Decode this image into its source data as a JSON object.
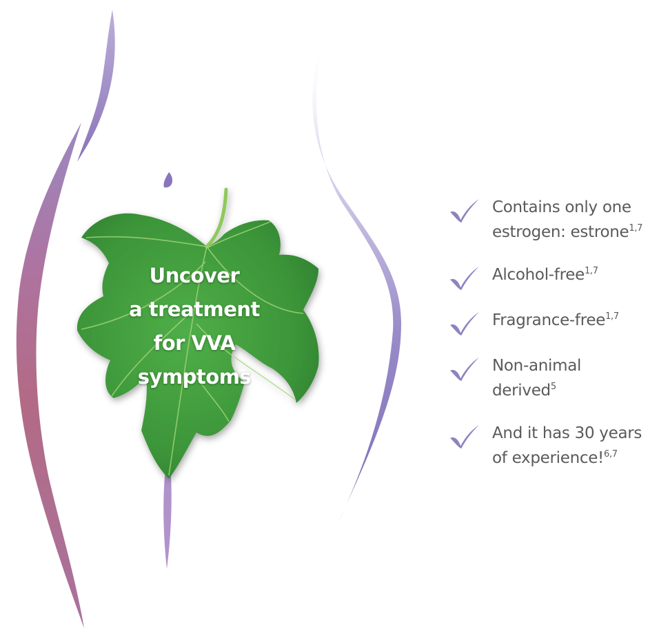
{
  "leaf": {
    "line1": "Uncover",
    "line2": "a treatment",
    "line3": "for VVA",
    "line4": "symptoms"
  },
  "benefits": [
    {
      "text": "Contains only one estrogen: estrone",
      "ref": "1,7"
    },
    {
      "text": "Alcohol-free",
      "ref": "1,7"
    },
    {
      "text": "Fragrance-free",
      "ref": "1,7"
    },
    {
      "text": "Non-animal derived",
      "ref": "5"
    },
    {
      "text": "And it has 30 years of experience!",
      "ref": "6,7"
    }
  ],
  "colors": {
    "leaf_green": "#3f9a3c",
    "leaf_vein": "#9ccf6d",
    "stroke_purple": "#8d79b8",
    "stroke_plum": "#9c4f7d",
    "check_purple": "#8f82c0",
    "text_gray": "#5a5a5a"
  }
}
